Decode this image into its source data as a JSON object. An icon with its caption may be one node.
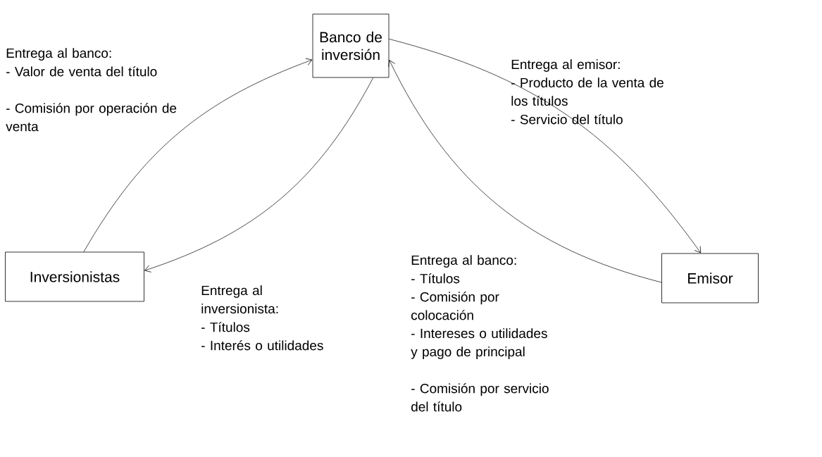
{
  "diagram": {
    "nodes": [
      {
        "text": [
          "Banco de inversión"
        ]
      },
      {
        "text": [
          "Inversionistas"
        ]
      },
      {
        "text": [
          "Emisor"
        ]
      }
    ],
    "edges": [
      {
        "from": 1,
        "to": 0,
        "arrow": "to"
      },
      {
        "from": 0,
        "to": 1,
        "arrow": "to"
      },
      {
        "from": 0,
        "to": 2,
        "arrow": "to"
      },
      {
        "from": 2,
        "to": 0,
        "arrow": "to"
      }
    ],
    "labels": [
      "Entrega al banco:",
      "- Valor de venta del título",
      "- Comisión por operación de venta",
      "Entrega al emisor:",
      "- Producto de la venta de los títulos",
      "- Servicio del título",
      "Entrega al banco:",
      "- Títulos",
      "- Comisión por colocación",
      "- Intereses o utilidades y pago de principal",
      "- Comisión por servicio del título",
      "Entrega al inversionista:",
      "- Títulos",
      "- Interés o utilidades"
    ]
  }
}
